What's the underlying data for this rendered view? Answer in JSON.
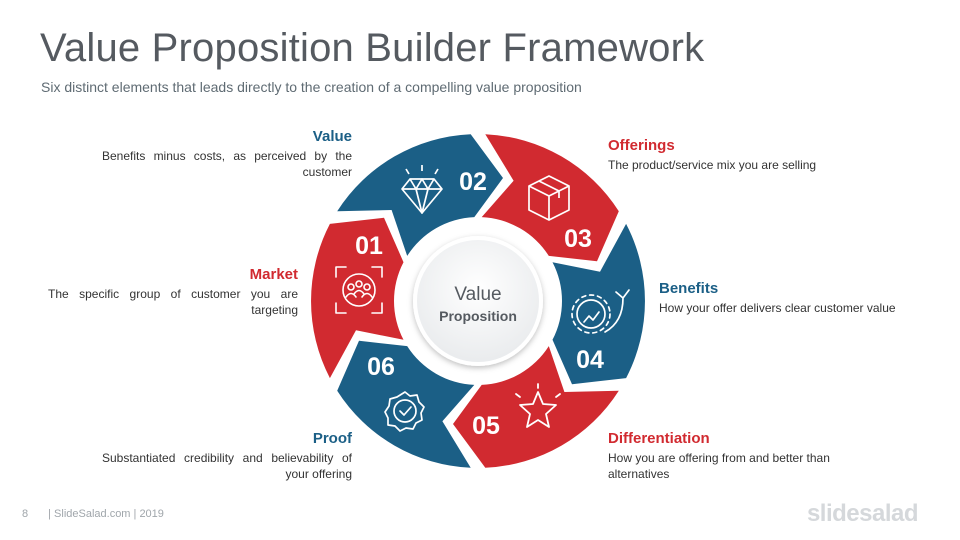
{
  "title": "Value Proposition Builder Framework",
  "subtitle": "Six distinct elements that leads directly to the creation of a compelling value proposition",
  "center": {
    "line1": "Value",
    "line2": "Proposition"
  },
  "colors": {
    "red": "#d12a30",
    "blue": "#1b5f86"
  },
  "segments": [
    {
      "number": "01",
      "heading": "Market",
      "description": "The specific group of customer you are targeting",
      "color": "red",
      "icon": "target-audience-icon"
    },
    {
      "number": "02",
      "heading": "Value",
      "description": "Benefits minus costs, as perceived by the customer",
      "color": "blue",
      "icon": "diamond-icon"
    },
    {
      "number": "03",
      "heading": "Offerings",
      "description": "The product/service mix you are selling",
      "color": "red",
      "icon": "box-icon"
    },
    {
      "number": "04",
      "heading": "Benefits",
      "description": "How your offer delivers clear customer value",
      "color": "blue",
      "icon": "growth-gear-icon"
    },
    {
      "number": "05",
      "heading": "Differentiation",
      "description": "How you are offering from and better than alternatives",
      "color": "red",
      "icon": "star-icon"
    },
    {
      "number": "06",
      "heading": "Proof",
      "description": "Substantiated credibility and believability of your offering",
      "color": "blue",
      "icon": "verified-badge-icon"
    }
  ],
  "footer": {
    "page": "8",
    "text": "| SlideSalad.com | 2019"
  },
  "brand": "slidesalad"
}
